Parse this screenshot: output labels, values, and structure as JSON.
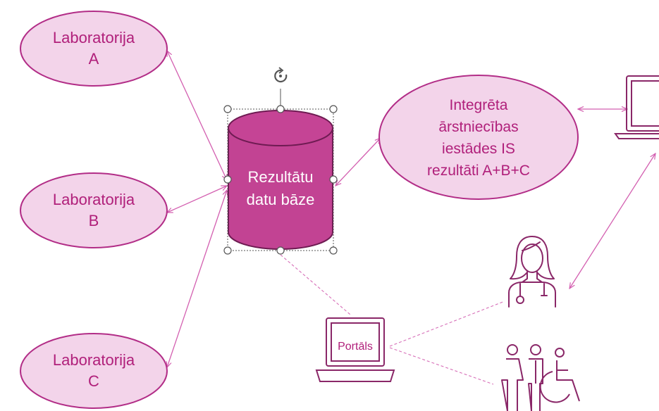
{
  "colors": {
    "accent": "#c6489b",
    "node_fill": "#f3d4ea",
    "node_stroke": "#b22d87",
    "db_fill": "#c24393",
    "db_top": "#c54495",
    "db_stroke": "#6e1b52",
    "label": "#b01f7a",
    "line": "#d35fb0",
    "dashed": "#d76fb8",
    "icon_stroke": "#8a2768"
  },
  "nodes": {
    "lab_a": "Laboratorija\nA",
    "lab_b": "Laboratorija\nB",
    "lab_c": "Laboratorija\nC",
    "database": "Rezultātu\ndatu bāze",
    "integrated_is": "Integrēta\nārstniecības\niestādes IS\nrezultāti A+B+C",
    "portal": "Portāls"
  },
  "icons": [
    "rotate-handle-icon",
    "laptop-icon",
    "doctor-icon",
    "patients-icon",
    "portal-laptop-icon"
  ]
}
